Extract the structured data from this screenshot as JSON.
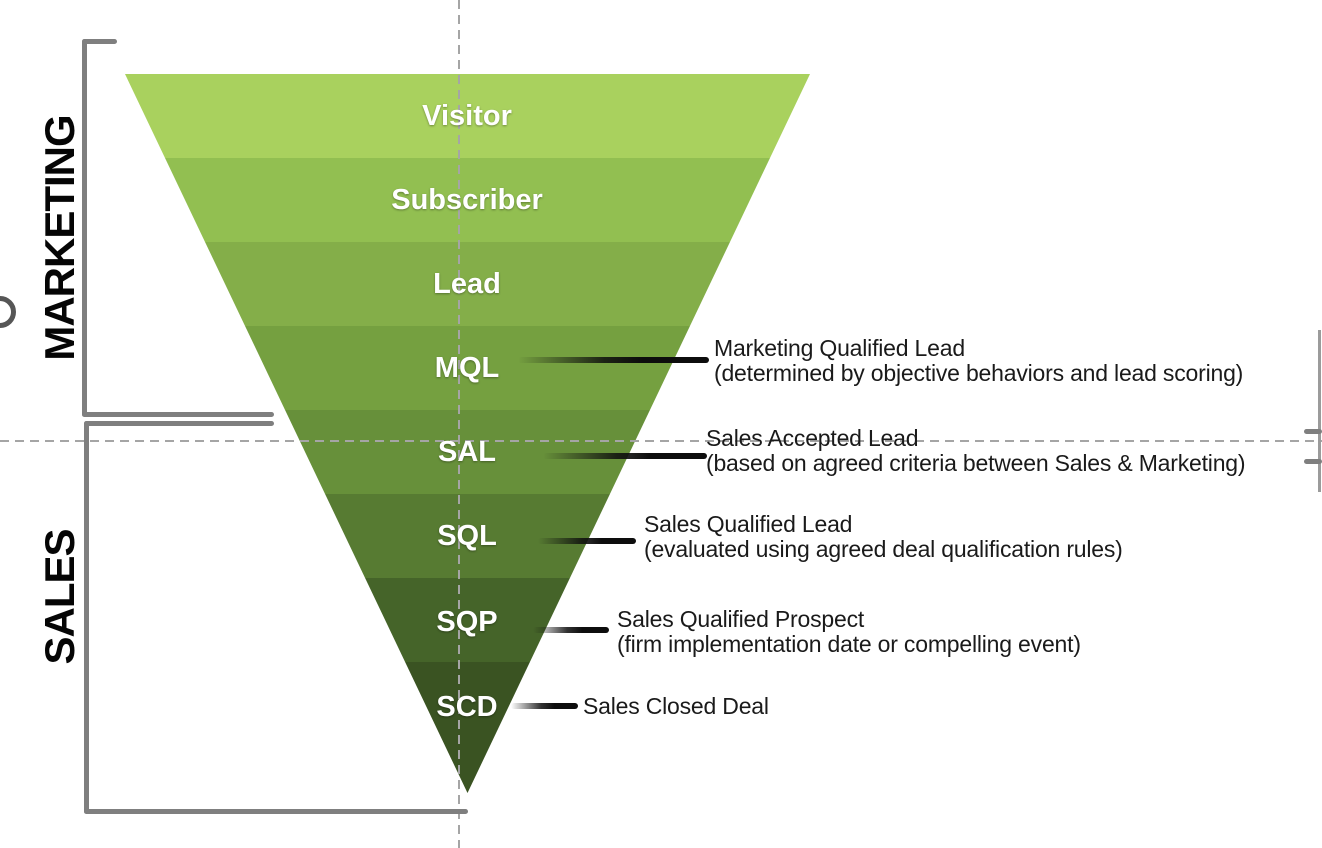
{
  "funnel": {
    "stages": [
      {
        "label": "Visitor",
        "color": "#a9d15e"
      },
      {
        "label": "Subscriber",
        "color": "#92bf51"
      },
      {
        "label": "Lead",
        "color": "#84ae49"
      },
      {
        "label": "MQL",
        "color": "#75a040"
      },
      {
        "label": "SAL",
        "color": "#67903a"
      },
      {
        "label": "SQL",
        "color": "#577b32"
      },
      {
        "label": "SQP",
        "color": "#456429"
      },
      {
        "label": "SCD",
        "color": "#3a5322"
      }
    ],
    "stage_label_color": "#ffffff"
  },
  "sections": [
    {
      "label": "MARKETING"
    },
    {
      "label": "SALES"
    }
  ],
  "annotations": [
    {
      "title": "Marketing Qualified Lead",
      "detail": "(determined by objective behaviors and lead scoring)"
    },
    {
      "title": "Sales Accepted Lead",
      "detail": "(based on agreed criteria between Sales & Marketing)"
    },
    {
      "title": "Sales Qualified Lead",
      "detail": "(evaluated using agreed deal qualification rules)"
    },
    {
      "title": "Sales Qualified Prospect",
      "detail": "(firm implementation date or compelling event)"
    },
    {
      "title": "Sales Closed Deal",
      "detail": ""
    }
  ],
  "colors": {
    "bracket": "#7f7f7f",
    "dashed_guides": "#a5a5a5",
    "leader_line": "#0d0d0d",
    "annotation_text": "#1a1a1a",
    "section_label_text": "#050505"
  }
}
